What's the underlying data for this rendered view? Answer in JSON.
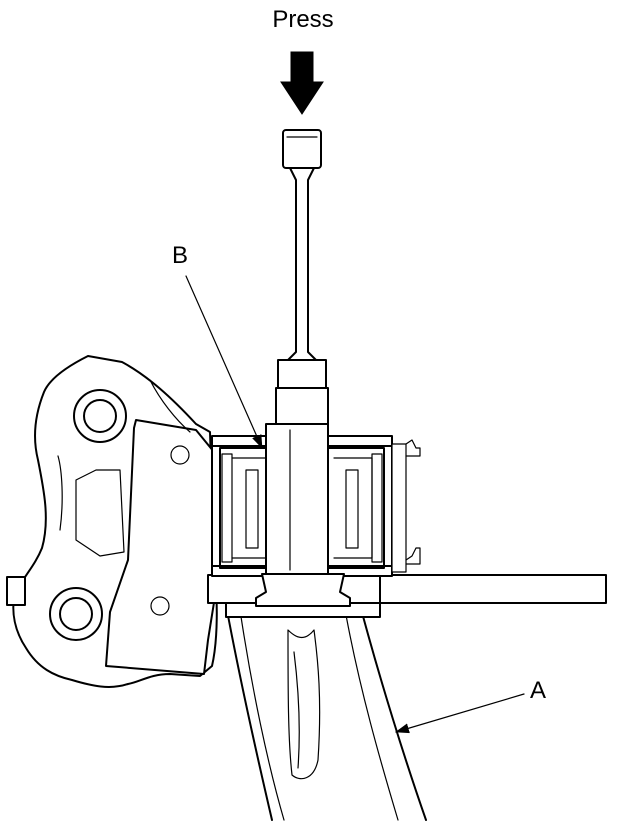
{
  "labels": {
    "press": "Press",
    "b": "B",
    "a": "A"
  },
  "colors": {
    "ink": "#000000",
    "paper": "#ffffff"
  }
}
